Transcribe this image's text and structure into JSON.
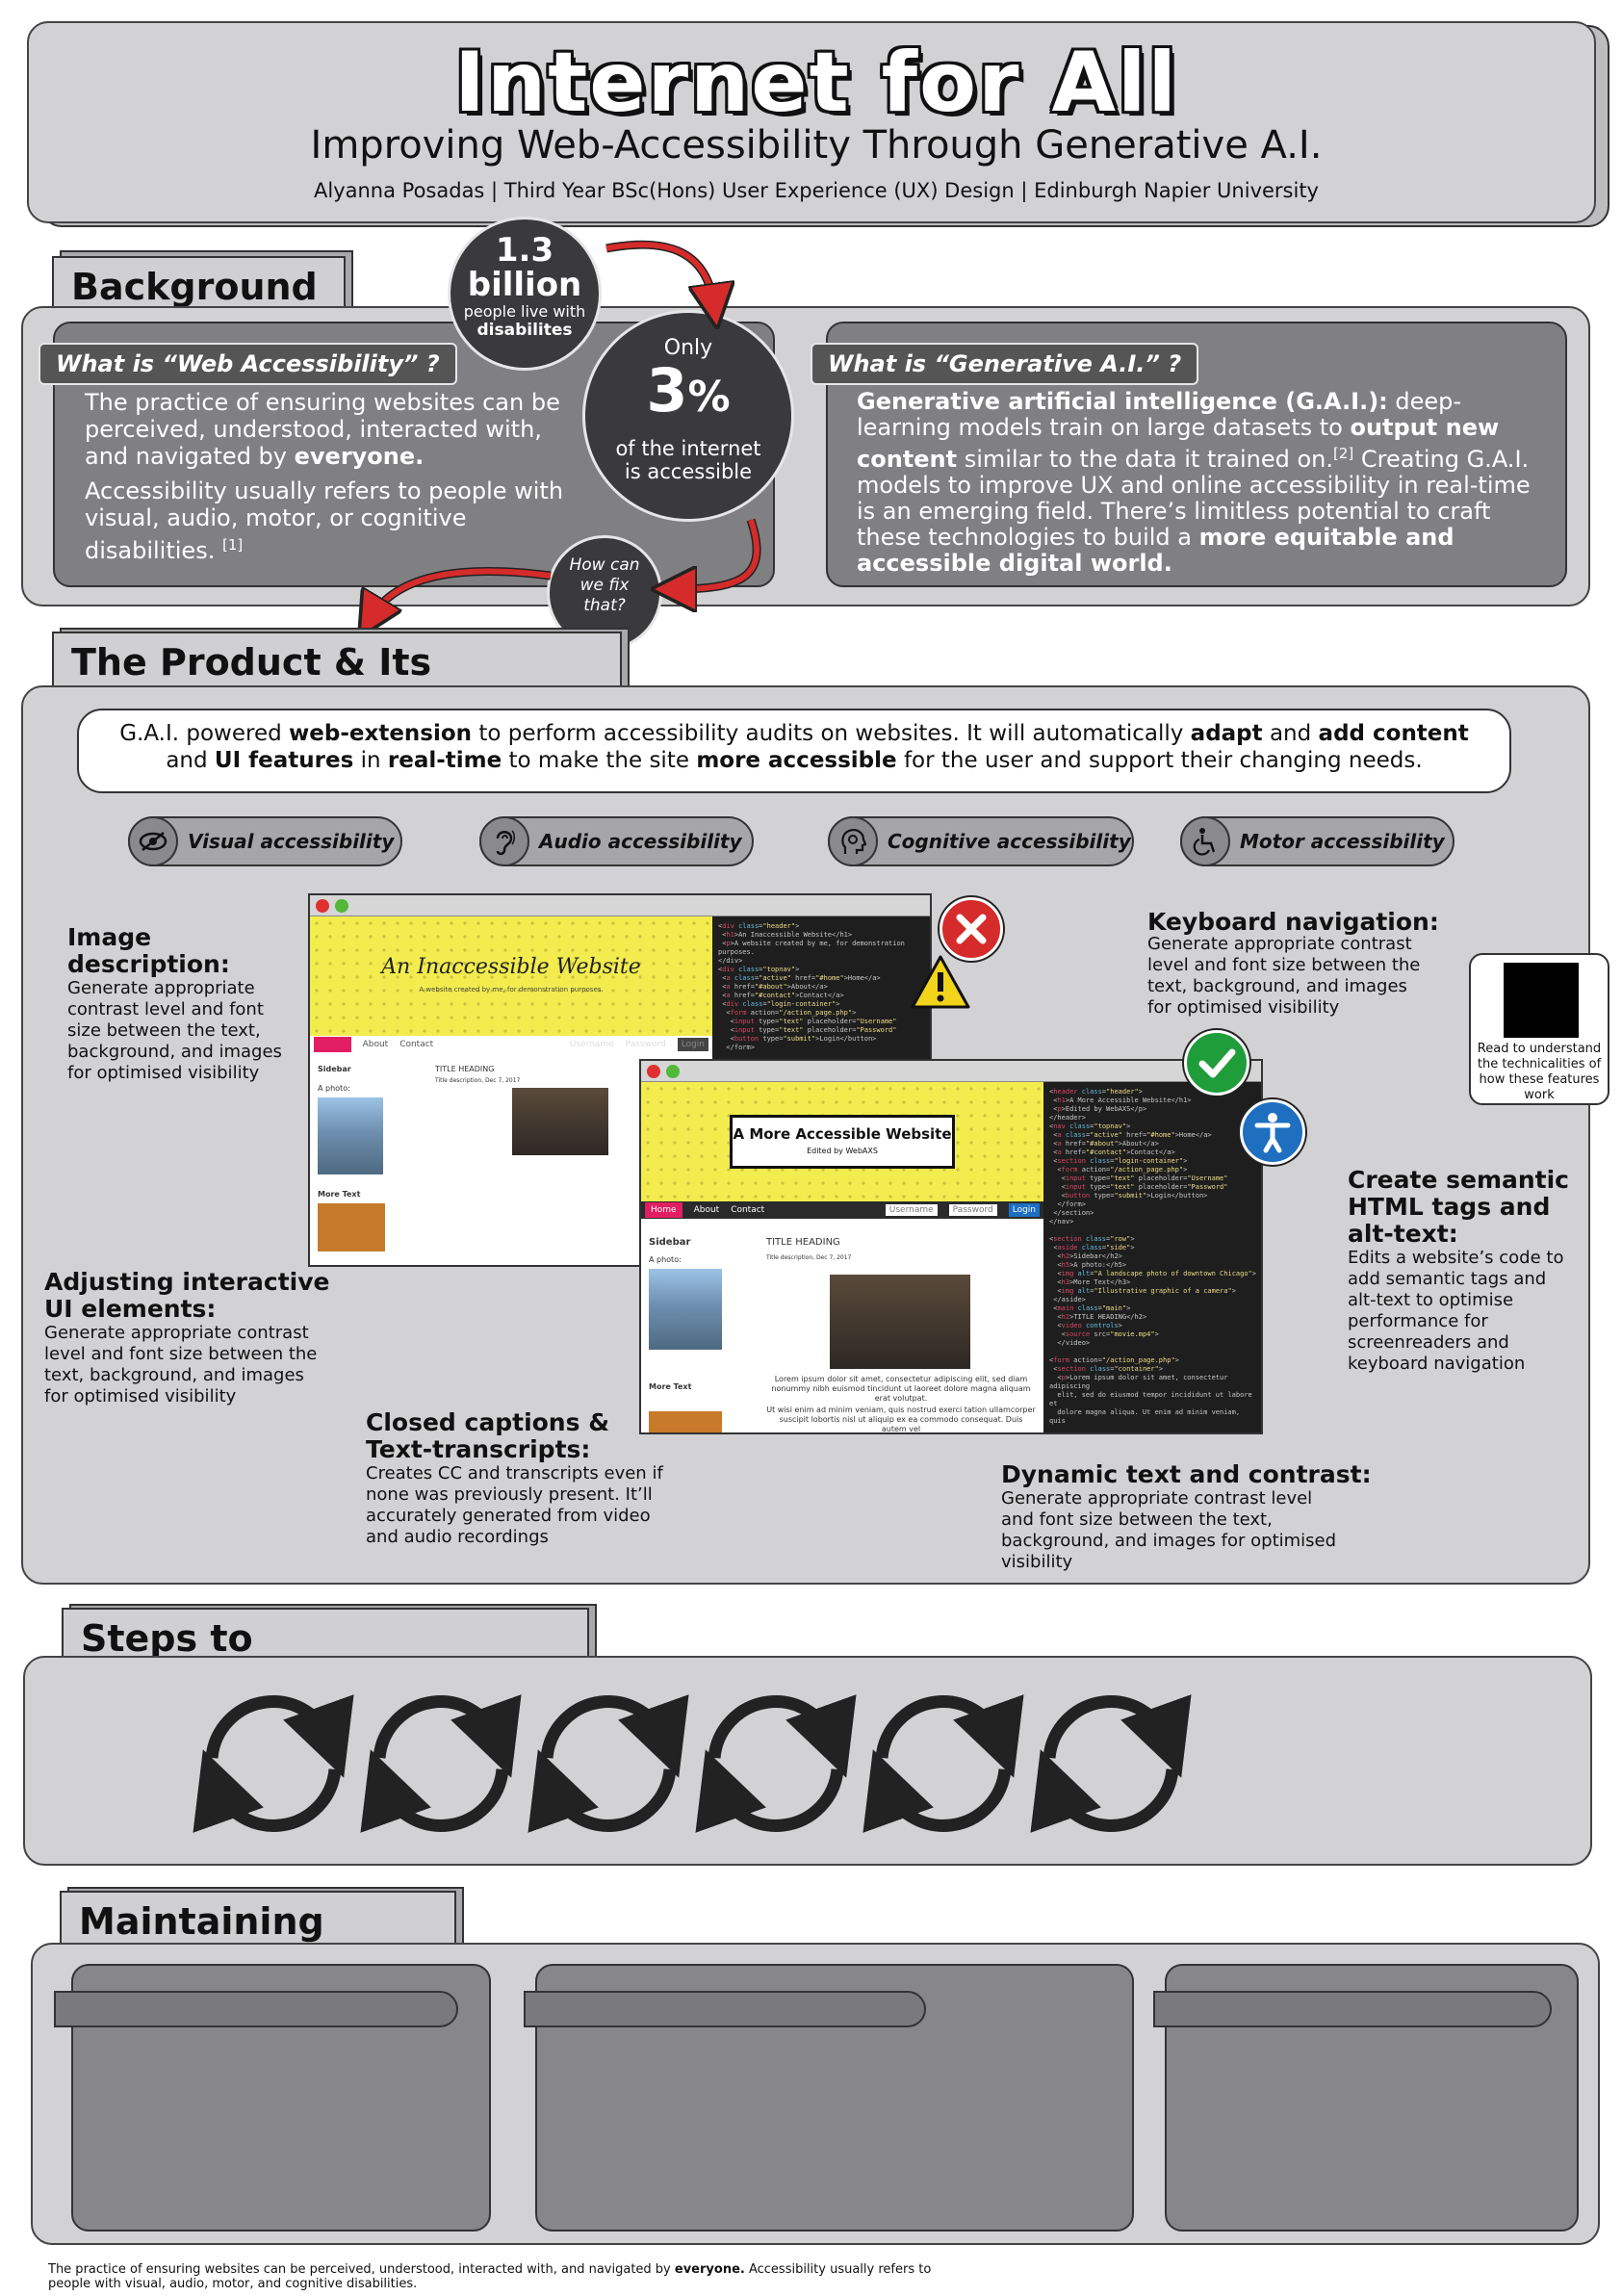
{
  "header": {
    "title": "Internet for All",
    "subtitle": "Improving Web-Accessibility Through Generative A.I.",
    "author": "Alyanna Posadas | Third Year BSc(Hons) User Experience (UX) Design | Edinburgh Napier University"
  },
  "background": {
    "tab": "Background",
    "stat1": {
      "number": "1.3",
      "unit": "billion",
      "line1": "people live with",
      "line2": "disabilites"
    },
    "stat2": {
      "pre": "Only",
      "number": "3",
      "unit": "%",
      "line1": "of the internet",
      "line2": "is accessible"
    },
    "fix": [
      "How can",
      "we fix",
      "that?"
    ],
    "web_access": {
      "label": "What is “Web Accessibility” ?",
      "p1_a": "The practice of ensuring websites can be perceived, understood, interacted with, and navigated by ",
      "p1_b": "everyone.",
      "p2": "Accessibility usually refers to people with visual, audio, motor, or cognitive disabilities.",
      "ref": "[1]"
    },
    "gen_ai": {
      "label": "What is “Generative A.I.” ?",
      "b1": "Generative artificial intelligence (G.A.I.):",
      "t1": " deep-learning models train on large datasets to ",
      "b2": "output new content",
      "t2": " similar to the data it trained on.",
      "ref": "[2]",
      "t3": " Creating G.A.I. models to improve UX and online accessibility in real-time is an emerging field. There’s limitless potential to craft these technologies to build a ",
      "b3": "more equitable and accessible digital world."
    }
  },
  "product": {
    "tab": "The Product & Its Features",
    "intro": {
      "t1": "G.A.I. powered ",
      "b1": "web-extension",
      "t2": " to perform accessibility audits on websites. It will automatically ",
      "b2": "adapt",
      "t3": " and ",
      "b3": "add content",
      "t4": " and ",
      "b4": "UI features",
      "t5": " in ",
      "b5": "real-time",
      "t6": " to make the site ",
      "b6": "more accessible",
      "t7": " for the user and support their changing needs."
    },
    "pills": [
      {
        "label": "Visual accessibility",
        "icon": "eye-slash-icon"
      },
      {
        "label": "Audio accessibility",
        "icon": "ear-icon"
      },
      {
        "label": "Cognitive accessibility",
        "icon": "head-gear-icon"
      },
      {
        "label": "Motor accessibility",
        "icon": "wheelchair-icon"
      }
    ],
    "features": {
      "image_desc": {
        "title": "Image description:",
        "body": "Generate appropriate contrast level and font size between the text, background, and images for optimised visibility"
      },
      "interactive": {
        "title": "Adjusting interactive UI elements:",
        "body": "Generate appropriate contrast level and font size between the text, background, and images for optimised visibility"
      },
      "captions": {
        "title": "Closed captions & Text-transcripts:",
        "body": "Creates CC and transcripts even if none was previously present. It’ll accurately generated from video and audio recordings"
      },
      "keyboard": {
        "title": "Keyboard navigation:",
        "body": "Generate appropriate contrast level and font size between the text, background, and images for optimised visibility"
      },
      "semantic": {
        "title": "Create semantic HTML tags and alt-text:",
        "body": "Edits a website’s code to add semantic tags and alt-text to optimise performance for screenreaders and keyboard navigation"
      },
      "dynamic": {
        "title": "Dynamic text and contrast:",
        "body": "Generate appropriate contrast level and font size between the text, background, and images for optimised visibility"
      }
    },
    "qr_caption": "Read to understand the technicalities of how these features work",
    "mock_bad": {
      "title": "An Inaccessible Website",
      "subtitle": "A website created by me, for demonstration purposes.",
      "nav": [
        "Home",
        "About",
        "Contact"
      ],
      "username": "Username",
      "password": "Password",
      "login": "Login",
      "sidebar": "Sidebar",
      "photo": "A photo:",
      "heading": "TITLE HEADING",
      "date": "Title description, Dec 7, 2017",
      "more": "More Text"
    },
    "mock_good": {
      "title": "A More Accessible Website",
      "subtitle": "Edited by WebAXS",
      "nav": [
        "Home",
        "About",
        "Contact"
      ],
      "username": "Username",
      "password": "Password",
      "login": "Login",
      "sidebar": "Sidebar",
      "photo": "A photo:",
      "heading": "TITLE HEADING",
      "date": "Title description, Dec 7, 2017",
      "more": "More Text",
      "lorem": "Lorem ipsum dolor sit amet, consectetur adipiscing elit, sed diam nonummy nibh euismod tincidunt ut laoreet dolore magna aliquam erat volutpat.",
      "lorem2": "Ut wisi enim ad minim veniam, quis nostrud exerci tation ullamcorper suscipit lobortis nisl ut aliquip ex ea commodo consequat. Duis autem vel"
    }
  },
  "steps": {
    "tab": "Steps to Implementation",
    "count": 6
  },
  "ethics": {
    "tab": "Maintaining Ethics"
  },
  "footer": {
    "t1": "The practice of ensuring websites can be perceived, understood, interacted with, and navigated by ",
    "b1": "everyone.",
    "t2": " Accessibility usually refers to people with visual, audio, motor, and cognitive disabilities."
  },
  "colors": {
    "panel": "#d2d2d4",
    "dark_panel": "#808083",
    "accent_red": "#d62b2b",
    "accent_green": "#1f9d3a",
    "accent_blue": "#1e6fc0",
    "hero_yellow": "#f2ec4f"
  }
}
